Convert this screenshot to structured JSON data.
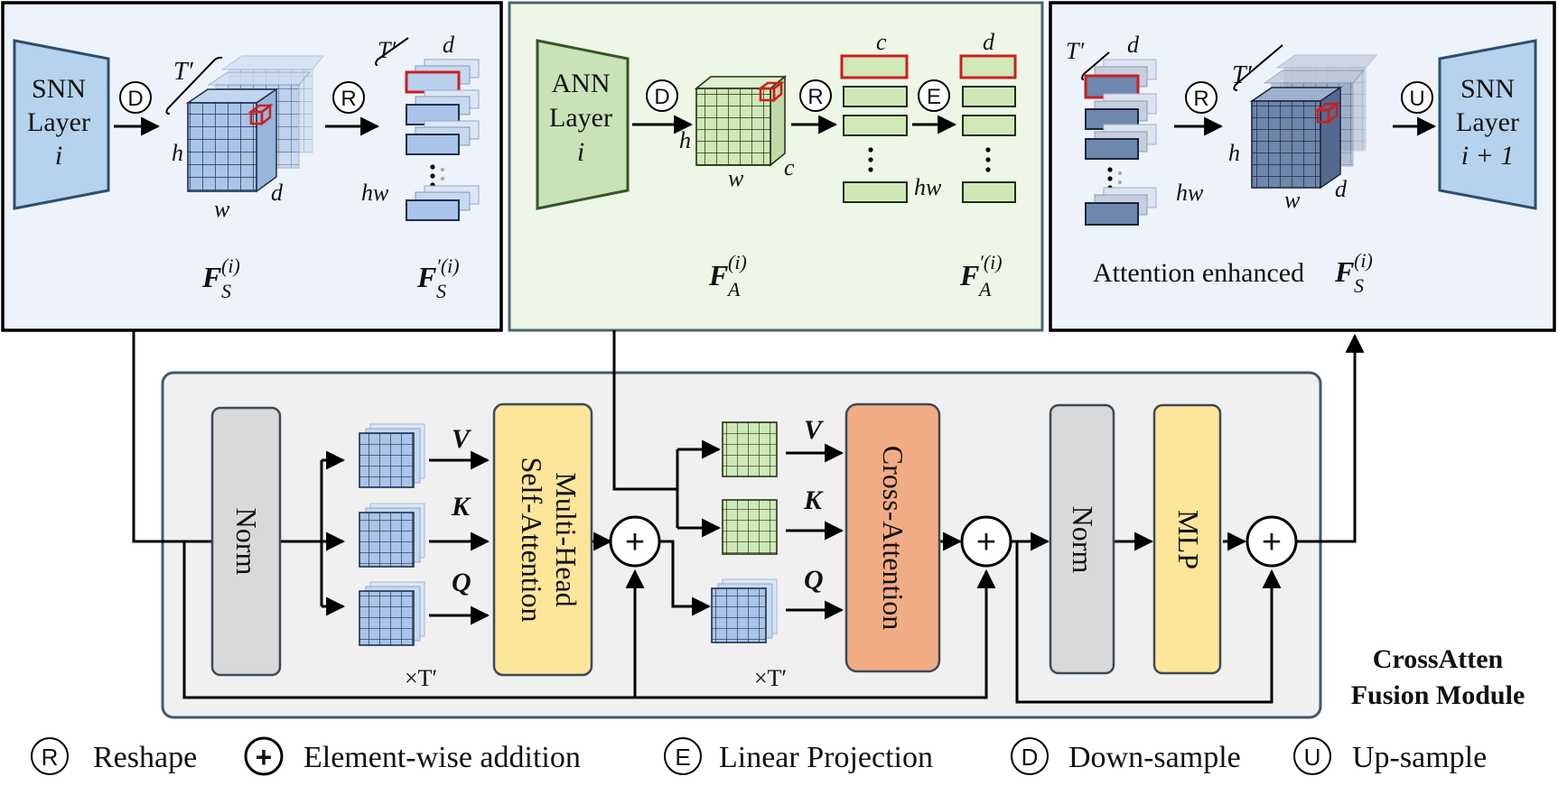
{
  "panels": {
    "snn": {
      "layer_label": [
        "SNN",
        "Layer",
        "i"
      ],
      "t_prime": "T′",
      "h": "h",
      "w": "w",
      "d": "d",
      "hw": "hw",
      "feature_base": "F",
      "feature_sub": "S",
      "feature_sup": "(i)",
      "feature2_base": "F",
      "feature2_sub": "S",
      "feature2_sup": "′(i)"
    },
    "ann": {
      "layer_label": [
        "ANN",
        "Layer",
        "i"
      ],
      "h": "h",
      "w": "w",
      "c": "c",
      "d": "d",
      "hw": "hw",
      "feature_base": "F",
      "feature_sub": "A",
      "feature_sup": "(i)",
      "feature2_base": "F",
      "feature2_sub": "A",
      "feature2_sup": "′(i)"
    },
    "out": {
      "layer_label": [
        "SNN",
        "Layer",
        "i + 1"
      ],
      "t_prime": "T′",
      "d": "d",
      "hw": "hw",
      "h": "h",
      "w": "w",
      "caption_prefix": "Attention enhanced ",
      "feature_base": "F",
      "feature_sub": "S",
      "feature_sup": "(i)"
    }
  },
  "module": {
    "title_line1": "CrossAtten",
    "title_line2": "Fusion Module",
    "norm1": "Norm",
    "mhsa_line1": "Multi-Head",
    "mhsa_line2": "Self-Attention",
    "cross_attention": "Cross-Attention",
    "norm2": "Norm",
    "mlp": "MLP",
    "v": "V",
    "k": "K",
    "q": "Q",
    "times_t": "×T′"
  },
  "ops": {
    "down": "D",
    "reshape": "R",
    "expand": "E",
    "up": "U",
    "plus": "+"
  },
  "legend": [
    {
      "symbol": "R",
      "label": "Reshape"
    },
    {
      "symbol": "+",
      "label": "Element-wise addition"
    },
    {
      "symbol": "E",
      "label": "Linear Projection"
    },
    {
      "symbol": "D",
      "label": "Down-sample"
    },
    {
      "symbol": "U",
      "label": "Up-sample"
    }
  ],
  "colors": {
    "snn_blue": "#b9d3ec",
    "ann_green": "#cfe6bf",
    "out_navy": "#7d8fb0",
    "mhsa_yellow": "#fbe49a",
    "cross_orange": "#f3ac86",
    "norm_gray": "#d9d9d9",
    "highlight_red": "#cc1f1f"
  }
}
